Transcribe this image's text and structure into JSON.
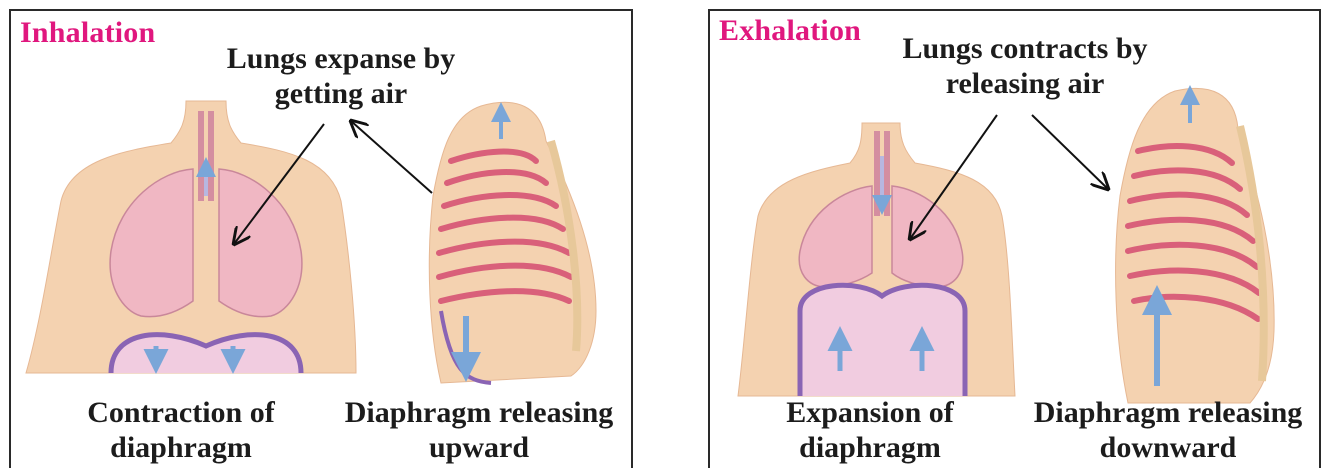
{
  "panels": {
    "inhalation": {
      "title": "Inhalation",
      "top_label": [
        "Lungs expanse by",
        "getting air"
      ],
      "left_label": [
        "Contraction of",
        "diaphragm"
      ],
      "right_label": [
        "Diaphragm releasing",
        "upward"
      ]
    },
    "exhalation": {
      "title": "Exhalation",
      "top_label": [
        "Lungs contracts by",
        "releasing air"
      ],
      "left_label": [
        "Expansion of",
        "diaphragm"
      ],
      "right_label": [
        "Diaphragm releasing",
        "downward"
      ]
    }
  },
  "colors": {
    "title": "#e0177e",
    "skin": "#f4d2b0",
    "lung": "#f0b7c3",
    "rib": "#d9607a",
    "diaphragm": "#8a64b4",
    "air_arrow": "#7aa6d8",
    "border": "#2a2a2a"
  }
}
